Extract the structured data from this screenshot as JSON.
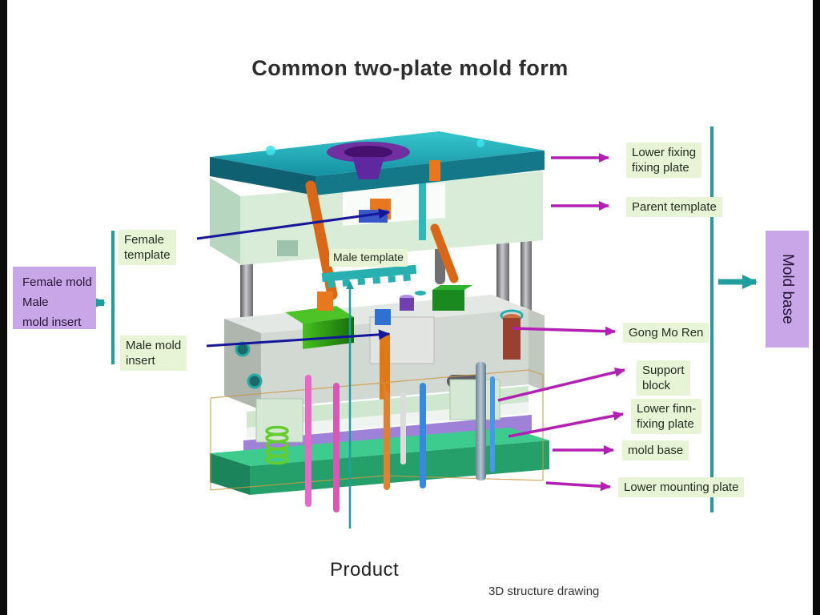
{
  "title": "Common two-plate mold form",
  "labels": {
    "lower_fixing_plate": "Lower fixing\nfixing plate",
    "parent_template": "Parent template",
    "gong_mo_ren": "Gong Mo Ren",
    "support_block": "Support\nblock",
    "lower_finn_fixing_plate": "Lower finn-\nfixing plate",
    "mold_base_small": "mold base",
    "lower_mounting_plate": "Lower mounting plate",
    "female_template": "Female\ntemplate",
    "male_mold_insert": "Male mold\ninsert",
    "male_template": "Male template"
  },
  "purple_left": {
    "lines": [
      "Female mold",
      "Male",
      "mold insert"
    ]
  },
  "purple_right": {
    "label": "Mold base"
  },
  "bottom": {
    "product": "Product",
    "drawing": "3D structure drawing"
  },
  "colors": {
    "label_bg": "#e7f4d6",
    "purple_box": "#c9a6e8",
    "magenta_arrow": "#b21fb2",
    "navy_arrow": "#16169a",
    "teal_line": "#1f9e9e",
    "top_plate_teal": "#22aab4",
    "mint_plate": "#d8ecd8",
    "base_green": "#2fae74",
    "purple_plate": "#9d82d8"
  }
}
